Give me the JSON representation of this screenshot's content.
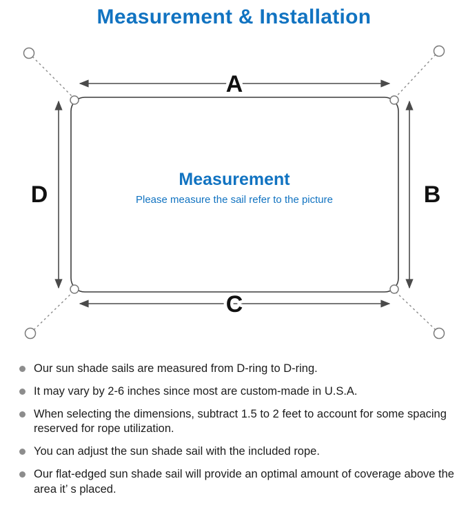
{
  "title": "Measurement & Installation",
  "diagram": {
    "labels": {
      "top": "A",
      "right": "B",
      "bottom": "C",
      "left": "D"
    },
    "center_title": "Measurement",
    "center_subtitle": "Please measure the sail refer to the picture"
  },
  "notes": [
    "Our sun shade sails are measured from D-ring to D-ring.",
    "It may vary by 2-6 inches since most are custom-made in U.S.A.",
    "When selecting the dimensions, subtract 1.5 to 2 feet to account for some spacing reserved for rope utilization.",
    "You can adjust the sun shade sail with the included rope.",
    "Our flat-edged sun shade sail will provide an optimal amount of coverage above the area it’ s placed."
  ],
  "colors": {
    "accent_blue": "#1173c1",
    "bullet_gray": "#8d8d8d",
    "line_dark": "#4a4a4a"
  }
}
